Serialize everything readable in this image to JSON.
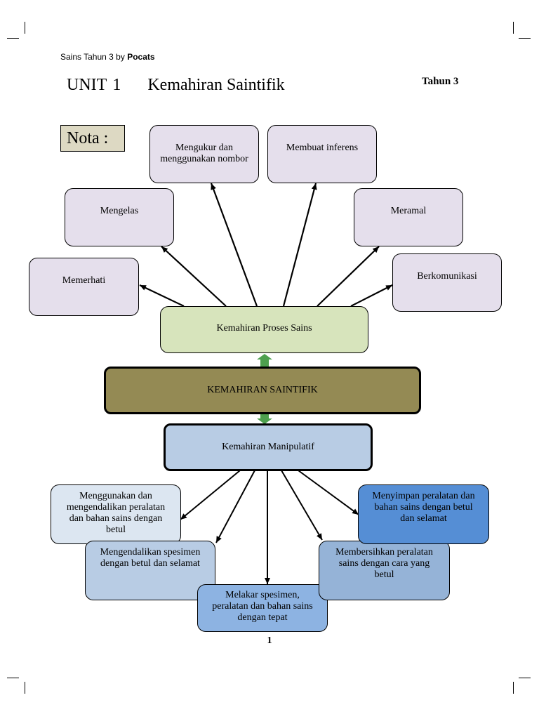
{
  "header": {
    "prefix": "Sains Tahun 3 by",
    "brand": "Pocats"
  },
  "title": {
    "unit": "UNIT",
    "number": "1",
    "subject": "Kemahiran Saintifik"
  },
  "year_label": "Tahun 3",
  "nota_label": "Nota :",
  "top_branch": {
    "items": [
      "Memerhati",
      "Mengelas",
      "Mengukur dan menggunakan nombor",
      "Membuat inferens",
      "Meramal",
      "Berkomunikasi"
    ]
  },
  "process_skill": "Kemahiran Proses Sains",
  "center": "KEMAHIRAN SAINTIFIK",
  "manipulative_skill": "Kemahiran Manipulatif",
  "bottom_branch": {
    "items": [
      "Menggunakan dan mengendalikan peralatan dan bahan sains dengan betul",
      "Mengendalikan spesimen dengan betul dan selamat",
      "Melakar spesimen, peralatan dan bahan sains dengan tepat",
      "Membersihkan peralatan sains dengan cara yang betul",
      "Menyimpan peralatan dan bahan sains dengan betul dan selamat"
    ]
  },
  "colors": {
    "lavender": "#e5dfec",
    "process_green": "#d7e4bc",
    "center_olive": "#948a54",
    "manipulative_blue": "#b8cce4",
    "arrow_green": "#4ea04e",
    "pale_blue": "#dce6f1",
    "mid_blue": "#b8cce4",
    "blue_3": "#8db3e2",
    "blue_4": "#95b3d7",
    "blue_5": "#558ed5"
  },
  "page_number": "1"
}
